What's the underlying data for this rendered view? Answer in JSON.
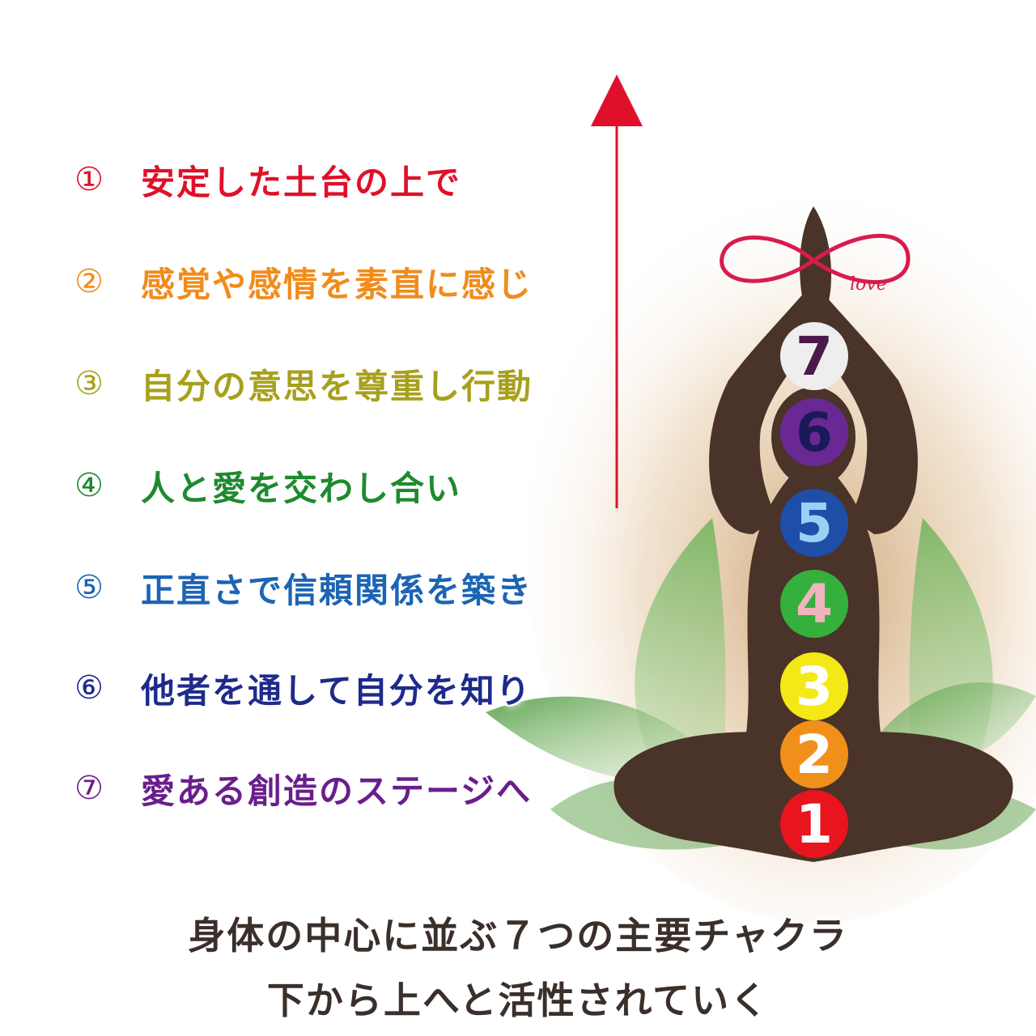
{
  "steps": [
    {
      "num": "①",
      "text": "安定した土台の上で",
      "color": "#e0102a"
    },
    {
      "num": "②",
      "text": "感覚や感情を素直に感じ",
      "color": "#f08c1c"
    },
    {
      "num": "③",
      "text": "自分の意思を尊重し行動",
      "color": "#a8a01c"
    },
    {
      "num": "④",
      "text": "人と愛を交わし合い",
      "color": "#1e8a2e"
    },
    {
      "num": "⑤",
      "text": "正直さで信頼関係を築き",
      "color": "#1c64b4"
    },
    {
      "num": "⑥",
      "text": "他者を通して自分を知り",
      "color": "#1e2a8c"
    },
    {
      "num": "⑦",
      "text": "愛ある創造のステージへ",
      "color": "#6a1e8c"
    }
  ],
  "chakras": [
    {
      "label": "1",
      "fill": "#e8141e",
      "text_color": "#ffffff"
    },
    {
      "label": "2",
      "fill": "#f0901a",
      "text_color": "#ffffff"
    },
    {
      "label": "3",
      "fill": "#f4e816",
      "text_color": "#ffffff"
    },
    {
      "label": "4",
      "fill": "#36b03c",
      "text_color": "#f0b4bc"
    },
    {
      "label": "5",
      "fill": "#1e4ea8",
      "text_color": "#9ad0f4"
    },
    {
      "label": "6",
      "fill": "#6a2894",
      "text_color": "#1a1a5a"
    },
    {
      "label": "7",
      "fill": "#eeeeee",
      "text_color": "#4a1a4a"
    }
  ],
  "logo_text": "love",
  "caption": {
    "line1": "身体の中心に並ぶ７つの主要チャクラ",
    "line2": "下から上へと活性されていく"
  },
  "colors": {
    "arrow": "#e0102a",
    "silhouette": "#4a3328",
    "leaf": "#5aa048",
    "glow": "#d8b88a",
    "infinity": "#d81c4c"
  }
}
